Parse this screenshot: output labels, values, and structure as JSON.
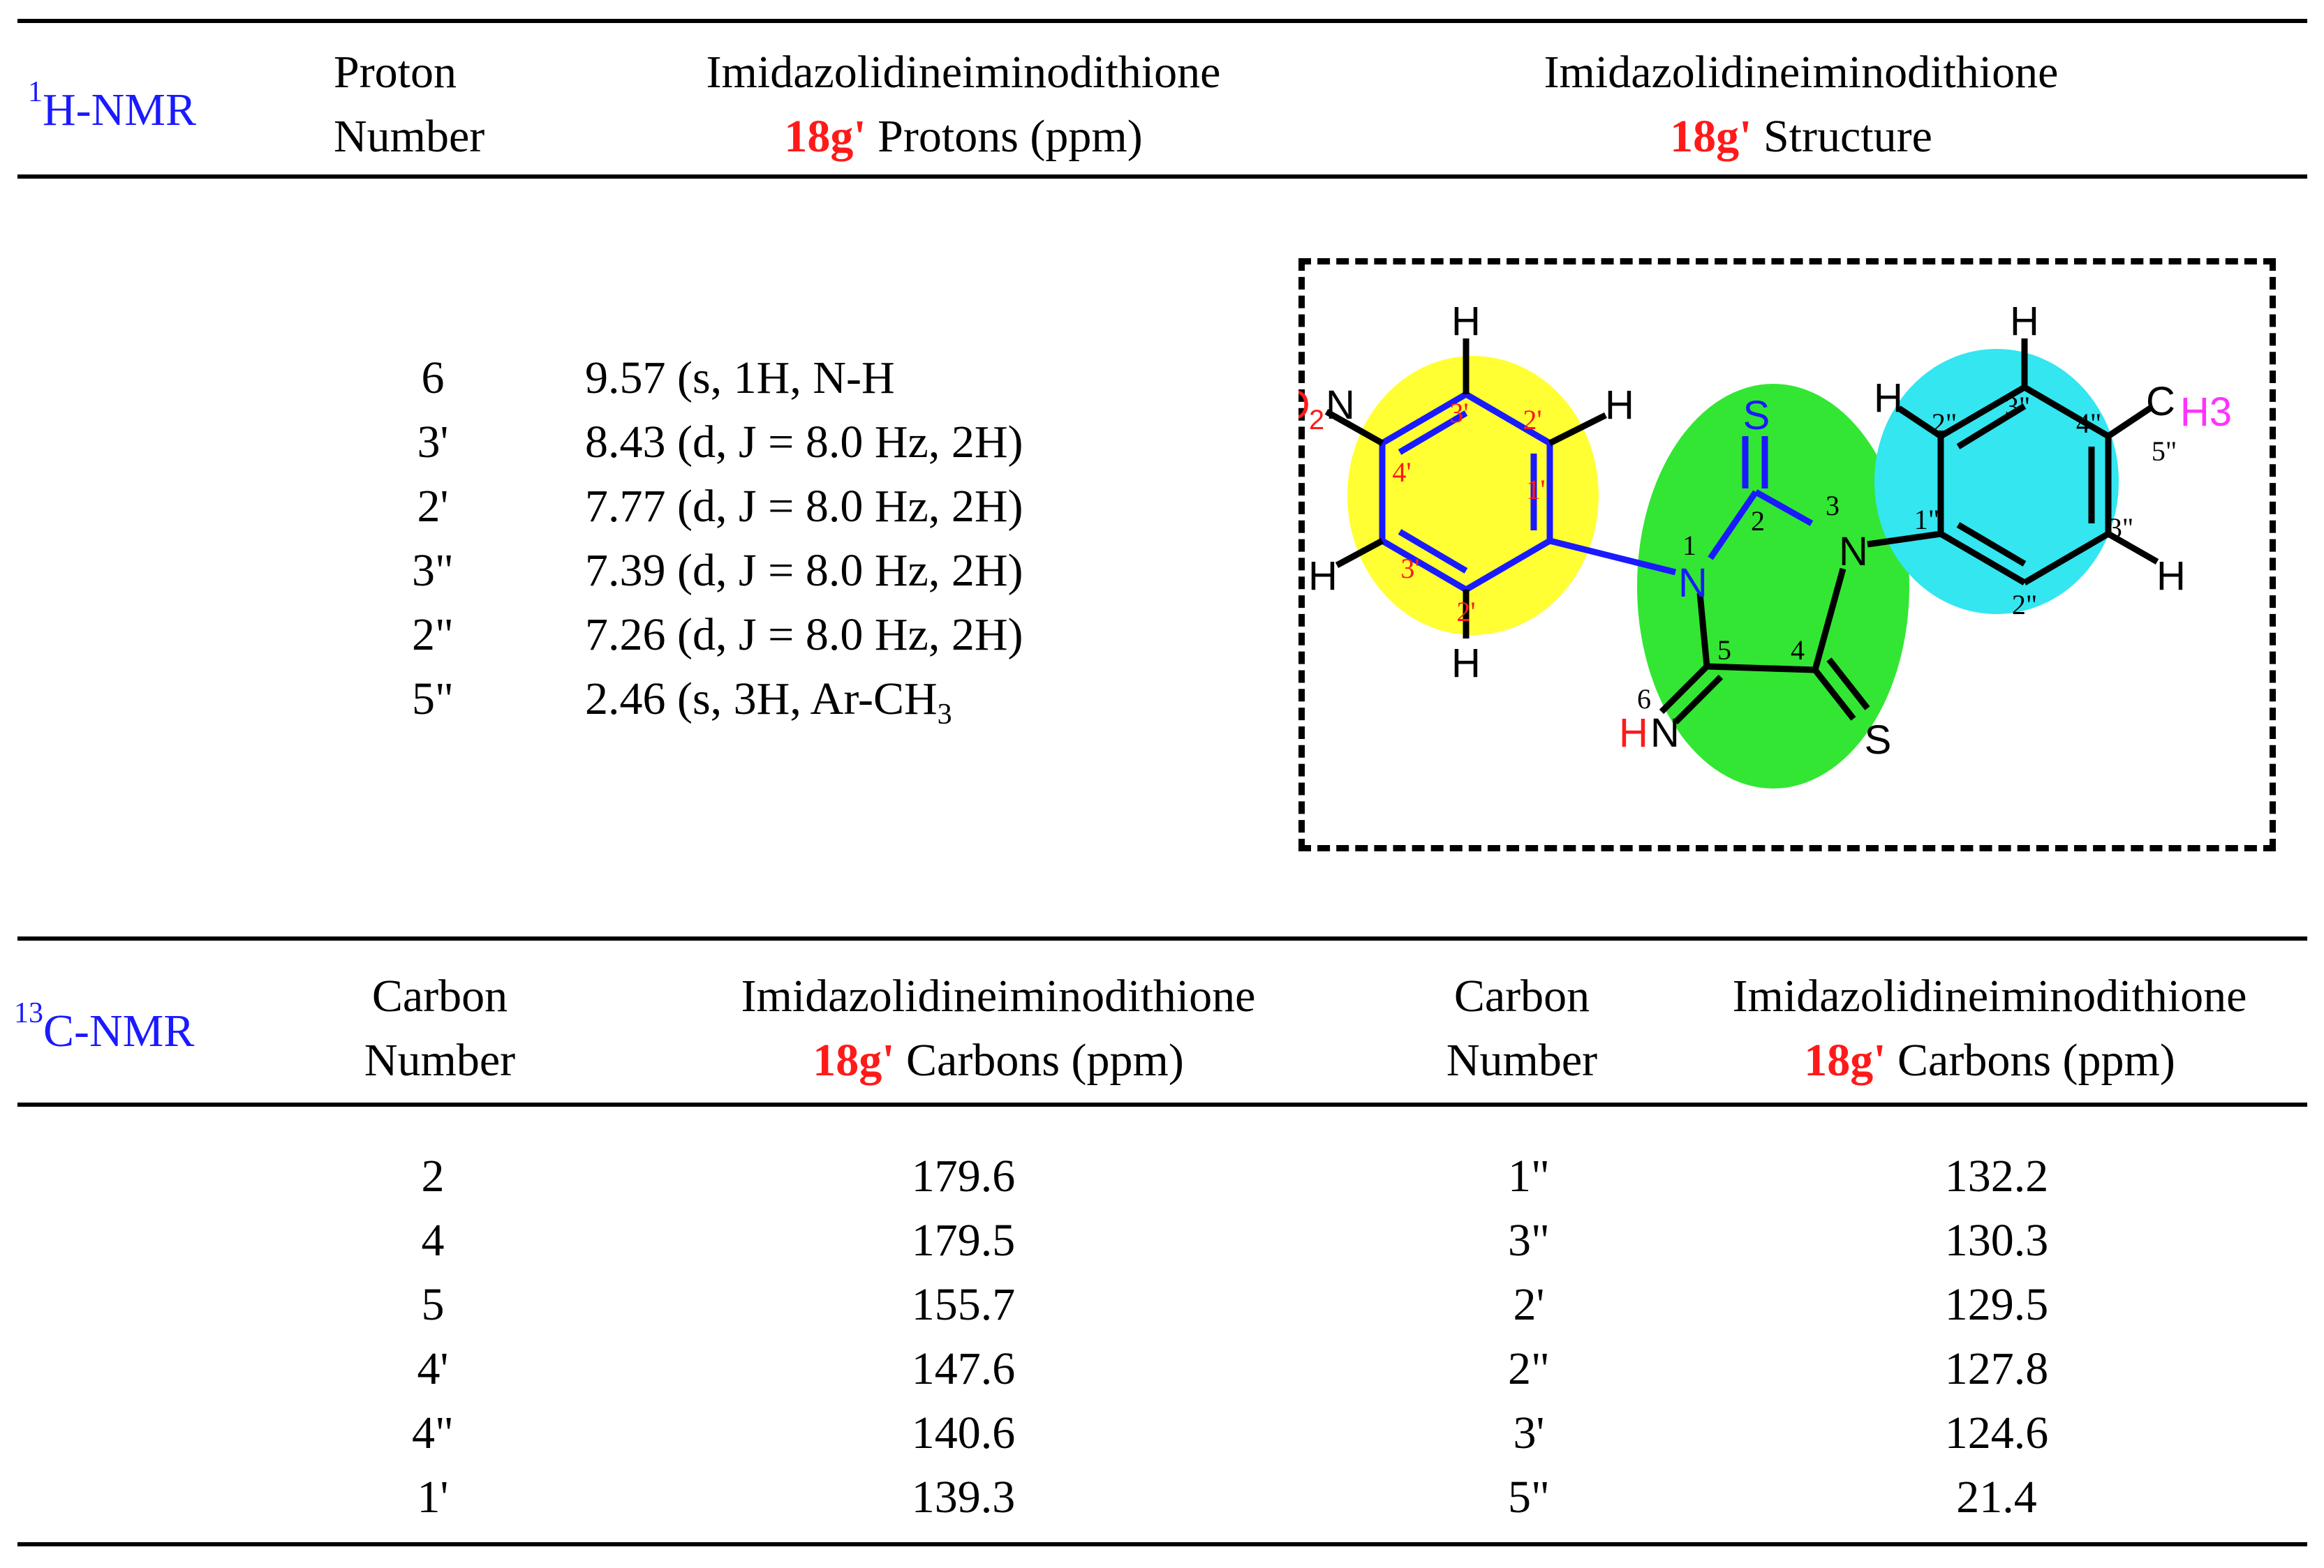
{
  "h_nmr": {
    "header": {
      "label_sup": "1",
      "label": "H-NMR",
      "col1_line1": "Proton",
      "col1_line2": "Number",
      "col2_line1": "Imidazolidineiminodithione",
      "col2_compound": "18g'",
      "col2_line2": " Protons (ppm)",
      "col3_line1": "Imidazolidineiminodithione",
      "col3_compound": "18g'",
      "col3_line2": " Structure"
    },
    "rows": [
      {
        "num": "6",
        "shift": "9.57 (s, 1H, N-H"
      },
      {
        "num": "3'",
        "shift": "8.43 (d, J = 8.0 Hz, 2H)"
      },
      {
        "num": "2'",
        "shift": "7.77 (d, J = 8.0 Hz, 2H)"
      },
      {
        "num": "3\"",
        "shift": "7.39 (d, J = 8.0 Hz, 2H)"
      },
      {
        "num": "2\"",
        "shift": "7.26 (d, J = 8.0 Hz, 2H)"
      },
      {
        "num": "5\"",
        "shift_pre": "2.46 (s, 3H, Ar-CH",
        "shift_sub": "3"
      }
    ]
  },
  "structure": {
    "atoms": {
      "S_top": "S",
      "N1": "N",
      "N3": "N",
      "NH_H": "H",
      "NH_N": "N",
      "S_bottom": "S",
      "O2N_O": "O",
      "O2N_2": "2",
      "O2N_N": "N",
      "H_left_top": "H",
      "H_left_upper_right": "H",
      "H_left_left": "H",
      "H_left_bottom": "H",
      "H_right_top": "H",
      "H_right_upper_left": "H",
      "H_right_right": "H",
      "CH3_C": "C",
      "CH3_H3": "H3"
    },
    "numbers": {
      "n1": "1",
      "n2": "2",
      "n3": "3",
      "n4": "4",
      "n5": "5",
      "n6": "6",
      "p1": "1'",
      "p2a": "2'",
      "p2b": "2'",
      "p3a": "3'",
      "p3b": "3'",
      "p4": "4'",
      "q1": "1\"",
      "q2a": "2\"",
      "q2b": "2\"",
      "q3a": "3\"",
      "q3b": "3\"",
      "q4": "4\"",
      "q5": "5\""
    },
    "colors": {
      "yellow": "#ffff33",
      "green": "#33e633",
      "cyan": "#33e6f0",
      "blue": "#1a1aff",
      "red": "#ff1a1a",
      "magenta": "#ff33ff"
    }
  },
  "c_nmr": {
    "header": {
      "label_sup": "13",
      "label": "C-NMR",
      "col1_line1": "Carbon",
      "col1_line2": "Number",
      "col2_line1": "Imidazolidineiminodithione",
      "col2_compound": "18g'",
      "col2_line2": " Carbons (ppm)",
      "col3_line1": "Carbon",
      "col3_line2": "Number",
      "col4_line1": "Imidazolidineiminodithione",
      "col4_compound": "18g'",
      "col4_line2": " Carbons (ppm)"
    },
    "left": [
      {
        "num": "2",
        "ppm": "179.6"
      },
      {
        "num": "4",
        "ppm": "179.5"
      },
      {
        "num": "5",
        "ppm": "155.7"
      },
      {
        "num": "4'",
        "ppm": "147.6"
      },
      {
        "num": "4\"",
        "ppm": "140.6"
      },
      {
        "num": "1'",
        "ppm": "139.3"
      }
    ],
    "right": [
      {
        "num": "1\"",
        "ppm": "132.2"
      },
      {
        "num": "3\"",
        "ppm": "130.3"
      },
      {
        "num": "2'",
        "ppm": "129.5"
      },
      {
        "num": "2\"",
        "ppm": "127.8"
      },
      {
        "num": "3'",
        "ppm": "124.6"
      },
      {
        "num": "5\"",
        "ppm": "21.4"
      }
    ]
  }
}
